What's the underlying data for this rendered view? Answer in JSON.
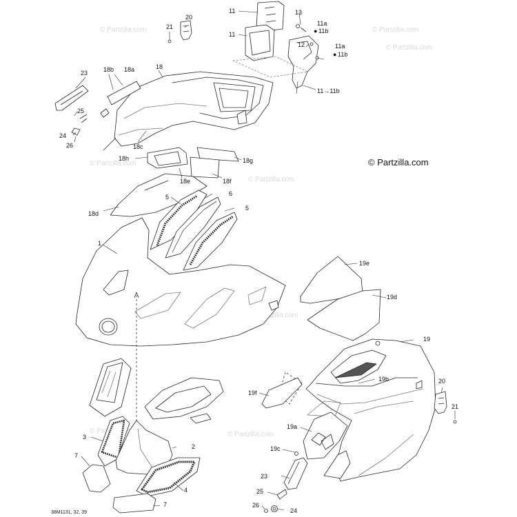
{
  "brand_watermark": "© Partzilla.com",
  "faint_watermark": "© Partzilla.com",
  "drawing_code": "38M1131, 32, 39",
  "callouts": {
    "c1": "1",
    "c2": "2",
    "c3": "3",
    "c4": "4",
    "c5a": "5",
    "c5b": "5",
    "c6": "6",
    "c7a": "7",
    "c7b": "7",
    "c11a": "11",
    "c11b": "11",
    "c11c": "11→11b",
    "c12": "12",
    "c13": "13",
    "c11a1": "11a",
    "c11b1": "11b",
    "c11a2": "11a",
    "c11b2": "11b",
    "c18": "18",
    "c18a": "18a",
    "c18b": "18b",
    "c18c": "18c",
    "c18d": "18d",
    "c18e": "18e",
    "c18f": "18f",
    "c18g": "18g",
    "c18h": "18h",
    "c19": "19",
    "c19a": "19a",
    "c19b": "19b",
    "c19c": "19c",
    "c19d": "19d",
    "c19e": "19e",
    "c19f": "19f",
    "c20a": "20",
    "c20b": "20",
    "c21a": "21",
    "c21b": "21",
    "c23a": "23",
    "c23b": "23",
    "c24a": "24",
    "c24b": "24",
    "c25a": "25",
    "c25b": "25",
    "c26a": "26",
    "c26b": "26"
  },
  "colors": {
    "line": "#222222",
    "light": "#9a9a9a",
    "mesh": "#333333",
    "fill": "#ffffff"
  }
}
